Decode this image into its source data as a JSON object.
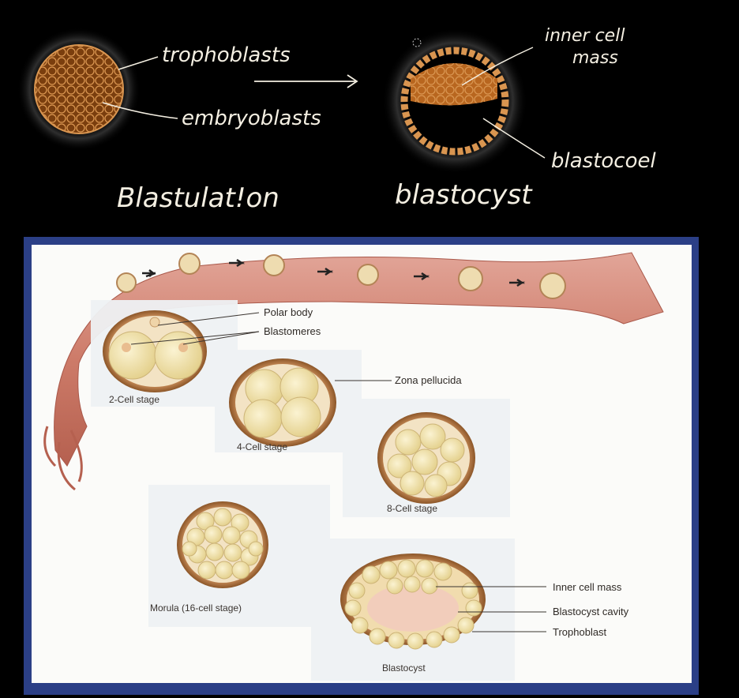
{
  "top_panel": {
    "labels": {
      "trophoblasts": "trophoblasts",
      "embryoblasts": "embryoblasts",
      "inner_cell_mass_line1": "inner cell",
      "inner_cell_mass_line2": "mass",
      "blastocoel": "blastocoel",
      "blastulation": "Blastulat!on",
      "blastocyst": "blastocyst"
    }
  },
  "figure": {
    "labels": {
      "polar_body": "Polar body",
      "blastomeres": "Blastomeres",
      "zona_pellucida": "Zona pellucida",
      "two_cell": "2-Cell stage",
      "four_cell": "4-Cell stage",
      "eight_cell": "8-Cell stage",
      "morula": "Morula (16-cell stage)",
      "inner_cell_mass": "Inner cell mass",
      "blastocyst_cavity": "Blastocyst cavity",
      "trophoblast": "Trophoblast",
      "blastocyst": "Blastocyst"
    },
    "colors": {
      "frame": "#2b3f86",
      "tube": "#cf7f6f",
      "zona": "#a76a3c",
      "cell": "#f2e4b1",
      "chalk": "#c8843d"
    }
  }
}
